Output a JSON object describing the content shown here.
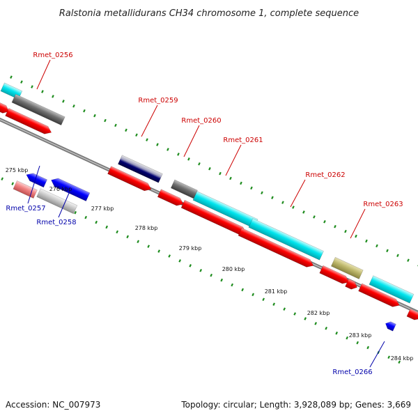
{
  "title": "Ralstonia metallidurans CH34 chromosome 1, complete sequence",
  "footer": {
    "accession": "Accession: NC_007973",
    "topology": "Topology: circular; Length: 3,928,089 bp; Genes: 3,669"
  },
  "colors": {
    "backbone": "#8c8c8c",
    "tick": "#1e8c1e",
    "forward_label": "#cc0000",
    "reverse_label": "#0000aa",
    "cds": "#ff0000",
    "gene_cyan": "#00e5ee",
    "gene_gray": "#6e6e6e",
    "gene_navy": "#000070",
    "gene_khaki": "#bdb76b",
    "gene_blue": "#0000ff",
    "gene_pink": "#f08080",
    "gene_silver": "#c8c8c8"
  },
  "scale_ticks": [
    {
      "label": "275 kbp"
    },
    {
      "label": "276 kbp"
    },
    {
      "label": "277 kbp"
    },
    {
      "label": "278 kbp"
    },
    {
      "label": "279 kbp"
    },
    {
      "label": "280 kbp"
    },
    {
      "label": "281 kbp"
    },
    {
      "label": "282 kbp"
    },
    {
      "label": "283 kbp"
    },
    {
      "label": "284 kbp"
    }
  ],
  "gene_labels": [
    {
      "text": "Rmet_0256",
      "strand": "forward"
    },
    {
      "text": "Rmet_0257",
      "strand": "reverse"
    },
    {
      "text": "Rmet_0258",
      "strand": "reverse"
    },
    {
      "text": "Rmet_0259",
      "strand": "forward"
    },
    {
      "text": "Rmet_0260",
      "strand": "forward"
    },
    {
      "text": "Rmet_0261",
      "strand": "forward"
    },
    {
      "text": "Rmet_0262",
      "strand": "forward"
    },
    {
      "text": "Rmet_0263",
      "strand": "forward"
    },
    {
      "text": "Rmet_0266",
      "strand": "reverse"
    }
  ]
}
